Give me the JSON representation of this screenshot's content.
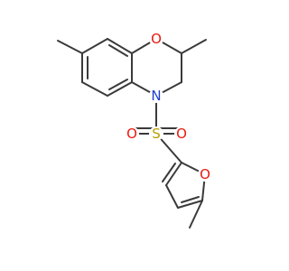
{
  "molecule": {
    "atoms": {
      "ring_oxygen": "O",
      "ring_nitrogen": "N",
      "sulfonyl_sulfur": "S",
      "sulfonyl_oxygen_left": "O",
      "sulfonyl_oxygen_right": "O",
      "furan_oxygen": "O"
    },
    "colors": {
      "bond": "#3a3a3a",
      "oxygen": "#e8190f",
      "nitrogen": "#1f3ed1",
      "sulfur": "#b8a000"
    }
  }
}
